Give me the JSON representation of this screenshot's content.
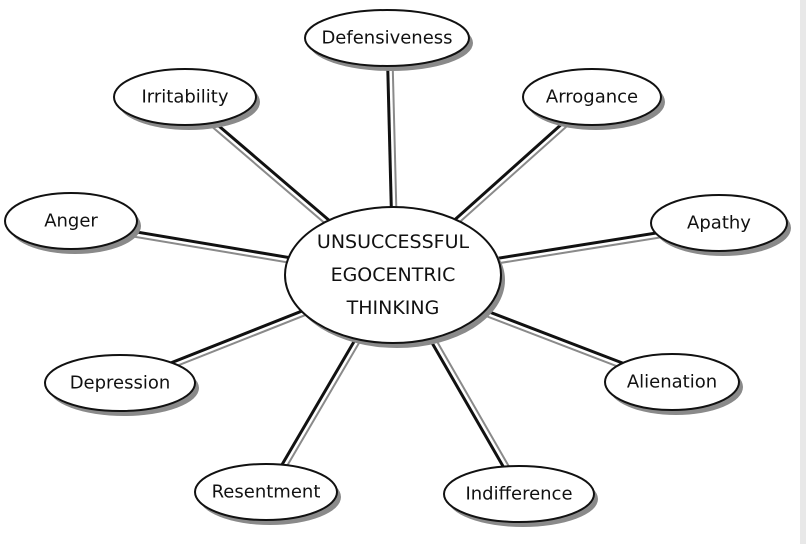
{
  "center": {
    "lines": [
      "UNSUCCESSFUL",
      "EGOCENTRIC",
      "THINKING"
    ]
  },
  "nodes": [
    {
      "label": "Defensiveness"
    },
    {
      "label": "Arrogance"
    },
    {
      "label": "Apathy"
    },
    {
      "label": "Alienation"
    },
    {
      "label": "Indifference"
    },
    {
      "label": "Resentment"
    },
    {
      "label": "Depression"
    },
    {
      "label": "Anger"
    },
    {
      "label": "Irritability"
    }
  ],
  "colors": {
    "line": "#111111",
    "shadow": "#8a8a8a",
    "fill": "#ffffff"
  }
}
